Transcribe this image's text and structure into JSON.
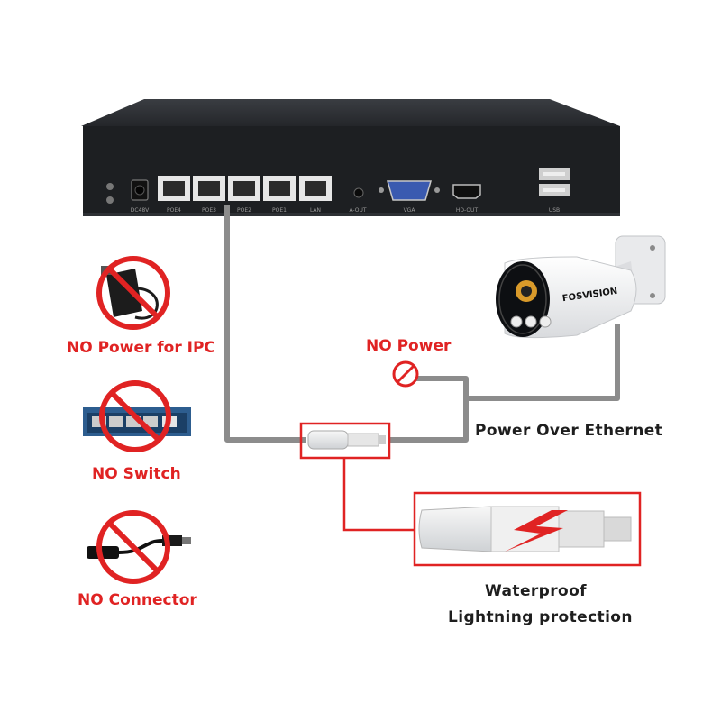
{
  "nvr": {
    "ports": [
      "DC48V",
      "POE4",
      "POE3",
      "POE2",
      "POE1",
      "LAN",
      "A-OUT",
      "VGA",
      "HD-OUT",
      "USB"
    ]
  },
  "camera": {
    "brand": "FOSVISION"
  },
  "left_items": [
    {
      "label": "NO Power for IPC",
      "icon": "power-adapter-prohibited-icon"
    },
    {
      "label": "NO Switch",
      "icon": "network-switch-prohibited-icon"
    },
    {
      "label": "NO Connector",
      "icon": "poe-splitter-prohibited-icon"
    }
  ],
  "labels": {
    "no_power": "NO Power",
    "poe": "Power Over Ethernet",
    "waterproof": "Waterproof",
    "lightning": "Lightning protection"
  },
  "colors": {
    "prohibit_red": "#e02323",
    "cable_gray": "#8c8c8c",
    "nvr_body": "#1d1f22"
  }
}
